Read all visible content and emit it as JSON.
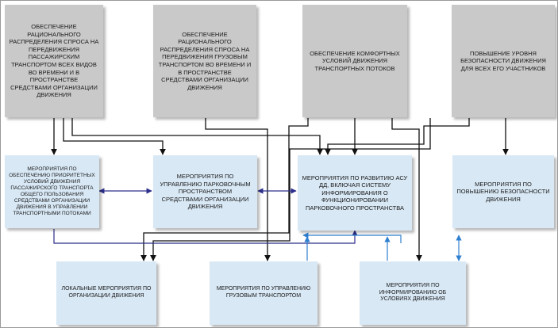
{
  "goals": {
    "g1": "ОБЕСПЕЧЕНИЕ РАЦИОНАЛЬНОГО РАСПРЕДЕЛЕНИЯ СПРОСА НА ПЕРЕДВИЖЕНИЯ ПАССАЖИРСКИМ ТРАНСПОРТОМ ВСЕХ ВИДОВ ВО ВРЕМЕНИ И В ПРОСТРАНСТВЕ СРЕДСТВАМИ ОРГАНИЗАЦИИ ДВИЖЕНИЯ",
    "g2": "ОБЕСПЕЧЕНИЕ РАЦИОНАЛЬНОГО РАСПРЕДЕЛЕНИЯ СПРОСА НА ПЕРЕДВИЖЕНИЯ ГРУЗОВЫМ ТРАНСПОРТОМ ВО ВРЕМЕНИ И В ПРОСТРАНСТВЕ СРЕДСТВАМИ ОРГАНИЗАЦИИ ДВИЖЕНИЯ",
    "g3": "ОБЕСПЕЧЕНИЕ КОМФОРТНЫХ УСЛОВИЙ ДВИЖЕНИЯ ТРАНСПОРТНЫХ ПОТОКОВ",
    "g4": "ПОВЫШЕНИЕ УРОВНЯ БЕЗОПАСНОСТИ ДВИЖЕНИЯ ДЛЯ ВСЕХ ЕГО УЧАСТНИКОВ"
  },
  "measures": {
    "m1": "МЕРОПРИЯТИЯ ПО ОБЕСПЕЧЕНИЮ ПРИОРИТЕТНЫХ УСЛОВИЙ ДВИЖЕНИЯ ПАССАЖИРСКОГО ТРАНСПОРТА ОБЩЕГО ПОЛЬЗОВАНИЯ СРЕДСТВАМИ ОРГАНИЗАЦИИ ДВИЖЕНИЯ В УПРАВЛЕНИИ ТРАНСПОРТНЫМИ ПОТОКАМИ",
    "m2": "МЕРОПРИЯТИЯ ПО УПРАВЛЕНИЮ ПАРКОВОЧНЫМ ПРОСТРАНСТВОМ СРЕДСТВАМИ ОРГАНИЗАЦИИ ДВИЖЕНИЯ",
    "m3": "МЕРОПРИЯТИЯ ПО РАЗВИТИЮ АСУ ДД, ВКЛЮЧАЯ СИСТЕМУ ИНФОРМИРОВАНИЯ О ФУНКЦИОНИРОВАНИИ ПАРКОВОЧНОГО ПРОСТРАНСТВА",
    "m4": "МЕРОПРИЯТИЯ ПО ПОВЫШЕНИЮ БЕЗОПАСНОСТИ ДВИЖЕНИЯ",
    "m5": "ЛОКАЛЬНЫЕ МЕРОПРИЯТИЯ ПО ОРГАНИЗАЦИИ ДВИЖЕНИЯ",
    "m6": "МЕРОПРИЯТИЯ ПО УПРАВЛЕНИЮ ГРУЗОВЫМ ТРАНСПОРТОМ",
    "m7": "МЕРОПРИЯТИЯ ПО ИНФОРМИРОВАНИЮ ОБ УСЛОВИЯХ ДВИЖЕНИЯ"
  },
  "colors": {
    "goal_fill": "#c9c9c9",
    "measure_fill": "#d8e8f5",
    "black_link": "#111111",
    "navy_link": "#2b2f8a",
    "blue_link": "#2f7fd0"
  }
}
